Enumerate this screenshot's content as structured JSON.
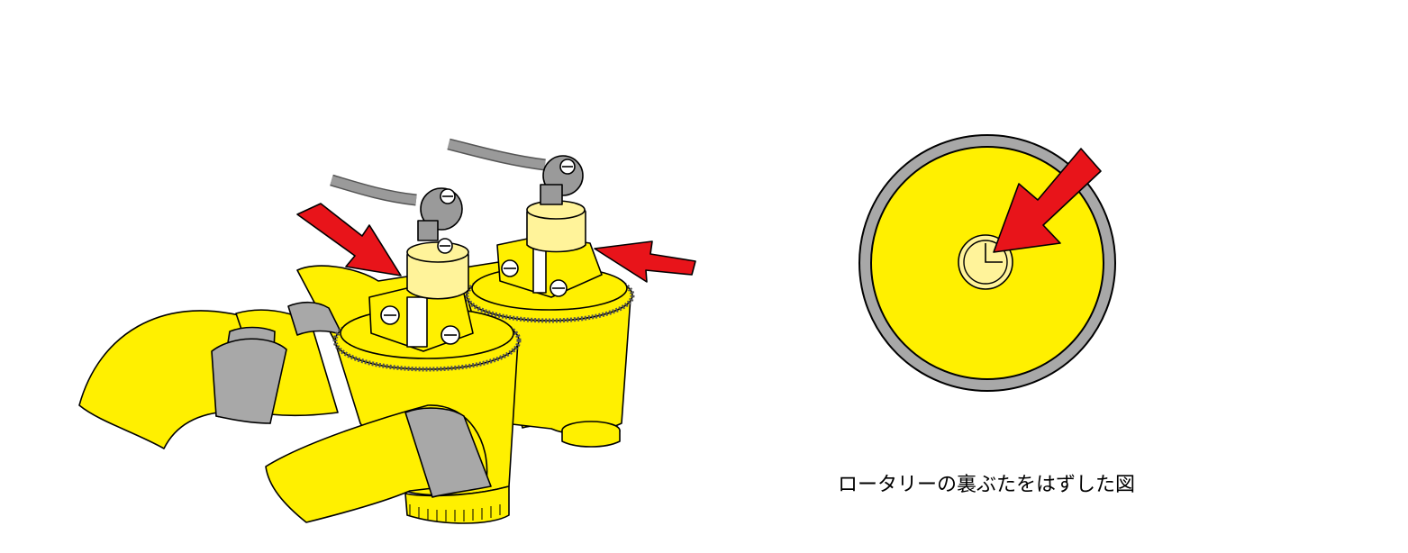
{
  "caption": "ロータリーの裏ぶたをはずした図",
  "colors": {
    "body_yellow": "#FFF000",
    "pale_yellow": "#FFF39A",
    "ring_gray": "#A8A8A8",
    "outline": "#000000",
    "arrow_red": "#E8141A",
    "background": "#FFFFFF"
  },
  "icons": [
    "rotary-valve-assembly",
    "rotary-back-view",
    "red-arrow"
  ]
}
